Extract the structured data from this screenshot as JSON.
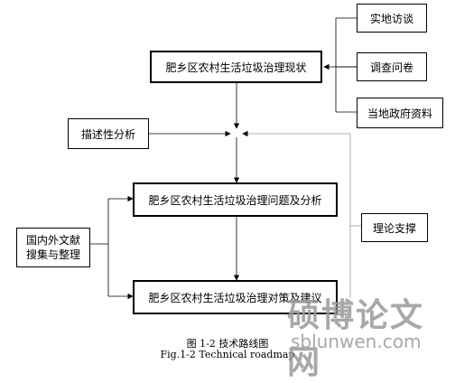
{
  "boxes": {
    "field_interview": "实地访谈",
    "questionnaire": "调查问卷",
    "gov_materials": "当地政府资料",
    "status": "肥乡区农村生活垃圾治理现状",
    "descriptive": "描述性分析",
    "problems": "肥乡区农村生活垃圾治理问题及分析",
    "literature": "国内外文献\n搜集与整理",
    "theory": "理论支撑",
    "countermeasures": "肥乡区农村生活垃圾治理对策及建议"
  },
  "caption": {
    "zh": "图 1-2  技术路线图",
    "en": "Fig.1-2 Technical roadmap"
  },
  "watermark": {
    "cn": "硕博论文网",
    "url": "sblunwen.com"
  }
}
